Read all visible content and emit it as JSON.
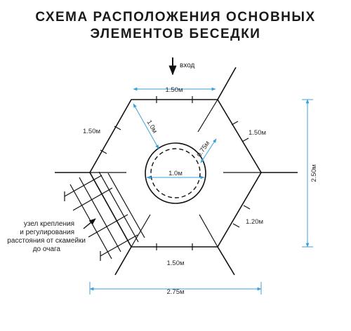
{
  "title": {
    "line1": "СХЕМА РАСПОЛОЖЕНИЯ ОСНОВНЫХ",
    "line2": "ЭЛЕМЕНТОВ БЕСЕДКИ"
  },
  "entrance_label": "вход",
  "dimensions": {
    "top_side": "1.50м",
    "upper_left_side": "1.50м",
    "upper_right_side": "1.50м",
    "lower_right_side": "1.20м",
    "bottom_side": "1.50м",
    "radius_to_hearth": "1.0м",
    "hearth_diameter": "1.0м",
    "hearth_offset": "0.75м",
    "total_height": "2.50м",
    "total_width": "2.75м"
  },
  "note": {
    "line1": "узел крепления",
    "line2": "и регулирования",
    "line3": "расстояния от скамейки",
    "line4": "до очага"
  },
  "colors": {
    "structure": "#111111",
    "dimension": "#3aa0d8",
    "text": "#1a1a1a"
  }
}
